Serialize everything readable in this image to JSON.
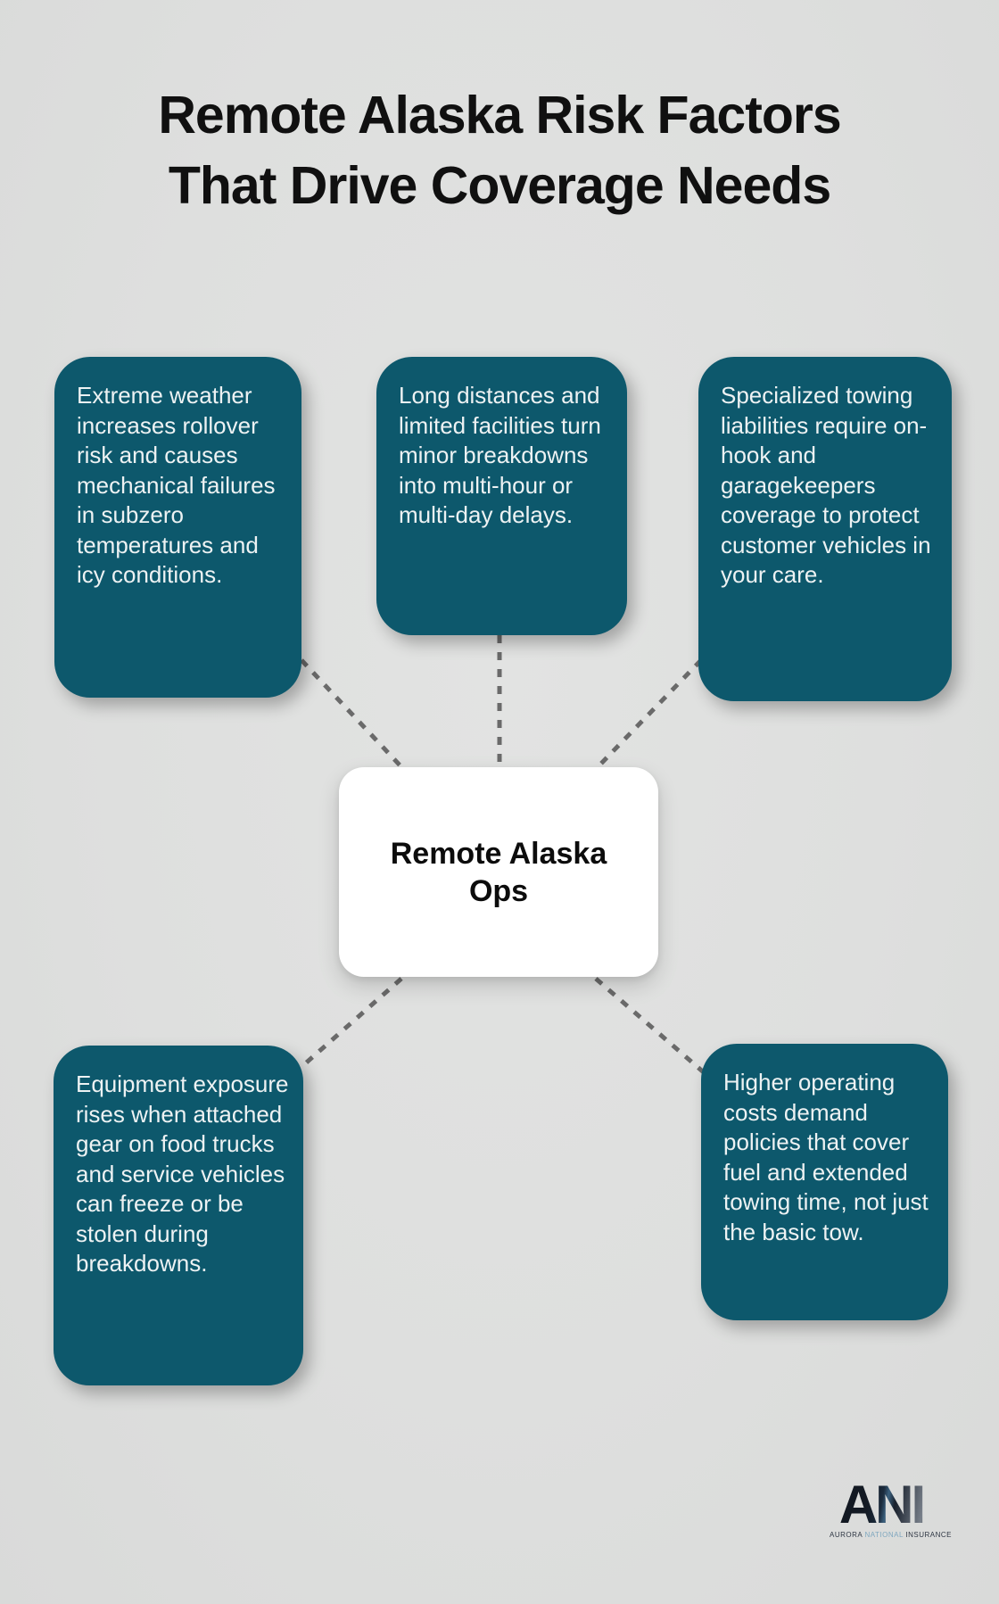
{
  "title": {
    "line1": "Remote Alaska Risk Factors",
    "line2": "That Drive Coverage Needs"
  },
  "center": {
    "label": "Remote Alaska Ops"
  },
  "nodes": [
    {
      "position": "top-left",
      "text": "Extreme weather increases rollover risk and causes mechanical failures in subzero temperatures and icy conditions."
    },
    {
      "position": "top-middle",
      "text": "Long distances and limited facilities turn minor breakdowns into multi-hour or multi-day delays."
    },
    {
      "position": "top-right",
      "text": "Specialized towing liabilities require on-hook and garagekeepers coverage to protect customer vehicles in your care."
    },
    {
      "position": "bottom-left",
      "text": "Equipment exposure rises when attached gear on food trucks and service vehicles can freeze or be stolen during breakdowns."
    },
    {
      "position": "bottom-right",
      "text": "Higher operating costs demand policies that cover fuel and extended towing time, not just the basic tow."
    }
  ],
  "colors": {
    "background": "#dedfde",
    "node_fill": "#0d586c",
    "node_text": "#edf2f3",
    "title_text": "#101010",
    "connector": "#6a6a6a",
    "center_fill": "#ffffff",
    "center_text": "#0c0c0c",
    "logo_navy": "#161d28",
    "logo_accent": "#7fa8bf"
  },
  "logo": {
    "acronym": "ANI",
    "subtitle": [
      "AURORA",
      "NATIONAL",
      "INSURANCE"
    ]
  }
}
